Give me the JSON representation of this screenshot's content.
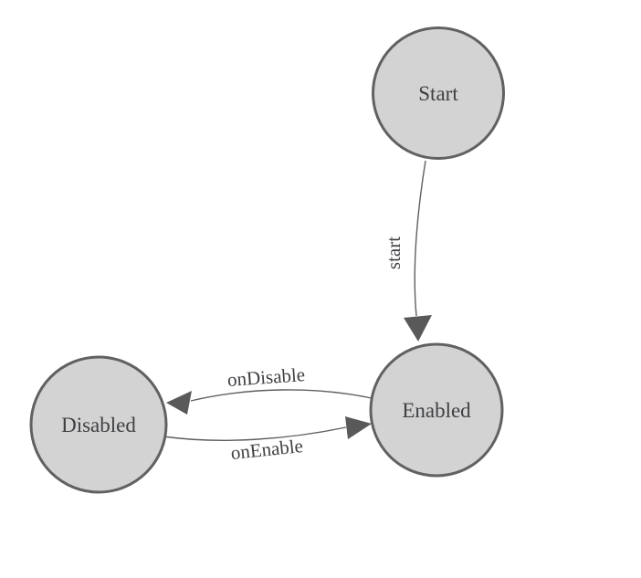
{
  "diagram": {
    "type": "state-machine",
    "background": "#ffffff",
    "node_fill": "#d3d3d3",
    "node_stroke": "#616161",
    "edge_color": "#5f5f5f",
    "arrow_color": "#595959",
    "label_color": "#3e4043",
    "nodes": [
      {
        "label": "Start"
      },
      {
        "label": "Enabled"
      },
      {
        "label": "Disabled"
      }
    ],
    "edges": [
      {
        "from": "Start",
        "to": "Enabled",
        "label": "start"
      },
      {
        "from": "Enabled",
        "to": "Disabled",
        "label": "onDisable"
      },
      {
        "from": "Disabled",
        "to": "Enabled",
        "label": "onEnable"
      }
    ]
  }
}
